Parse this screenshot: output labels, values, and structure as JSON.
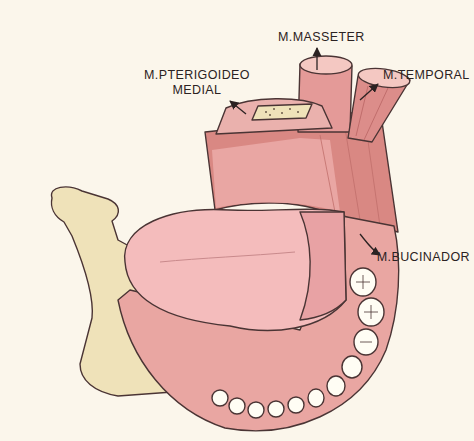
{
  "diagram": {
    "labels": [
      "M.MASSETER",
      "M.PTERIGOIDEO MEDIAL",
      "M.TEMPORAL",
      "M.BUCINADOR"
    ]
  }
}
